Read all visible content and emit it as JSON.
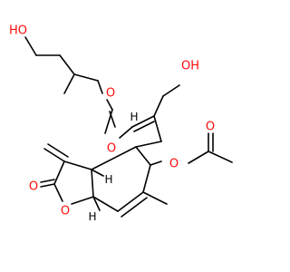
{
  "colors": {
    "bond": "#000000",
    "oxygen": "#ff0d0d",
    "background": "#ffffff"
  },
  "labels": {
    "ho_top": "HO",
    "o_ester_carbonyl": "O",
    "o_ester_link": "O",
    "oh_right": "OH",
    "o_acetate_link": "O",
    "o_acetate_carbonyl": "O",
    "o_lactone_carbonyl": "O",
    "o_lactone_ring": "O",
    "h_top_a": "H",
    "h_top_b": "H",
    "h_bottom": "H"
  }
}
